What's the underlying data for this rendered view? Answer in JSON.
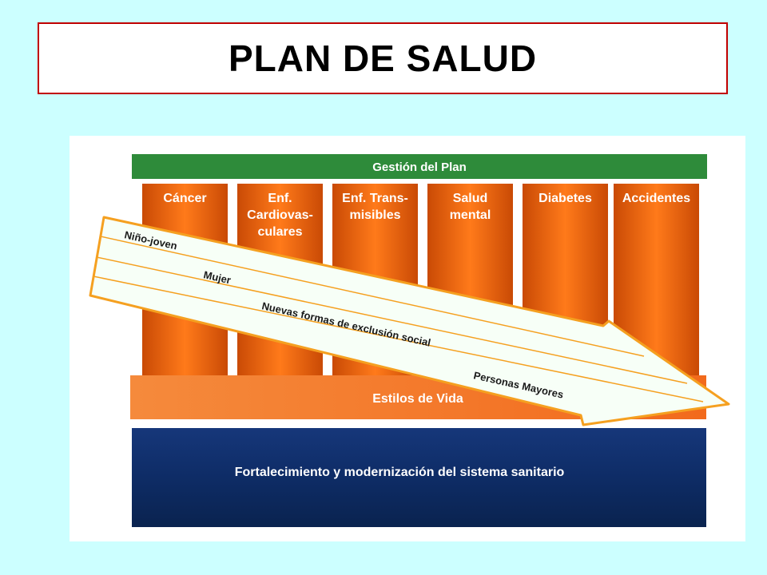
{
  "title": "PLAN DE SALUD",
  "diagram": {
    "top_bar": "Gestión del Plan",
    "pillars": [
      {
        "lines": [
          "Cáncer"
        ]
      },
      {
        "lines": [
          "Enf.",
          "Cardiovas-",
          "culares"
        ]
      },
      {
        "lines": [
          "Enf. Trans-",
          "misibles"
        ]
      },
      {
        "lines": [
          "Salud",
          "mental"
        ]
      },
      {
        "lines": [
          "Diabetes"
        ]
      },
      {
        "lines": [
          "Accidentes"
        ]
      }
    ],
    "lifestyle_bar": "Estilos de Vida",
    "base_bar": "Fortalecimiento y modernización del sistema sanitario",
    "arrow_bands": [
      "Niño-joven",
      "Mujer",
      "Nuevas formas de exclusión social",
      "Personas Mayores"
    ]
  },
  "colors": {
    "background": "#ccffff",
    "title_border": "#c00000",
    "green_bar": "#2e8b3a",
    "pillar_orange": "#f06a10",
    "lifestyle_orange": "#f58a3c",
    "base_navy": "#10306b",
    "arrow_fill": "#f7fff7",
    "arrow_stroke": "#f5a020"
  }
}
